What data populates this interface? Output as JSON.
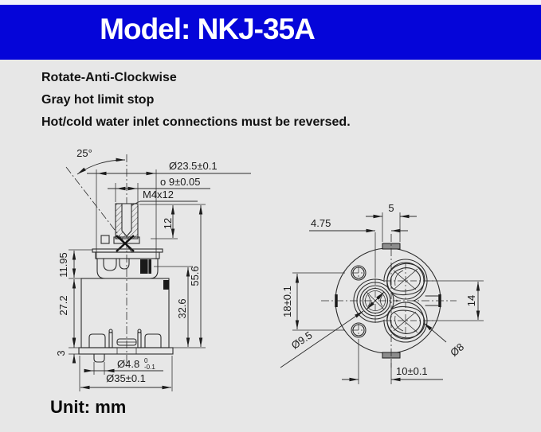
{
  "header": {
    "title": "Model: NKJ-35A"
  },
  "notes": {
    "line1": "Rotate-Anti-Clockwise",
    "line2": "Gray hot limit stop",
    "line3": "Hot/cold water inlet connections must be reversed."
  },
  "footer": {
    "unit_label": "Unit: mm"
  },
  "colors": {
    "header_bg": "#0505d9",
    "header_text": "#ffffff",
    "page_bg": "#e7e7e7",
    "drawing_line": "#2b2b2b"
  },
  "side_view": {
    "angle": "25°",
    "dia_flange": "Ø23.5±0.1",
    "stem_width": "o 9±0.05",
    "thread": "M4x12",
    "stem_length": "12",
    "dim_11_95": "11.95",
    "dim_27_2": "27.2",
    "dim_3": "3",
    "dim_32_6": "32.6",
    "dim_55_6": "55.6",
    "dia_pin": "Ø4.8",
    "dia_pin_tol_upper": "0",
    "dia_pin_tol_lower": "-0.1",
    "dia_body": "Ø35±0.1"
  },
  "top_view": {
    "dim_4_75": "4.75",
    "dim_5": "5",
    "dim_18": "18±0.1",
    "dim_14": "14",
    "dia_9_5": "Ø9.5",
    "dia_8": "Ø8",
    "dim_10": "10±0.1"
  }
}
